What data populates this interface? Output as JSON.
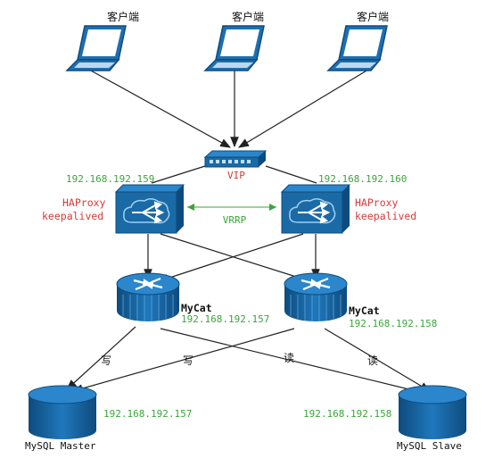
{
  "clients": [
    "客户端",
    "客户端",
    "客户端"
  ],
  "switch": {
    "vip_label": "VIP"
  },
  "haproxy": [
    {
      "ip": "192.168.192.159",
      "name": "HAProxy",
      "keepalived": "keepalived"
    },
    {
      "ip": "192.168.192.160",
      "name": "HAProxy",
      "keepalived": "keepalived"
    }
  ],
  "vrrp_label": "VRRP",
  "mycat": [
    {
      "name": "MyCat",
      "ip": "192.168.192.157"
    },
    {
      "name": "MyCat",
      "ip": "192.168.192.158"
    }
  ],
  "edges": {
    "write_1": "写",
    "write_2": "写",
    "read_1": "读",
    "read_2": "读"
  },
  "mysql": [
    {
      "name": "MySQL Master",
      "ip": "192.168.192.157"
    },
    {
      "name": "MySQL Slave",
      "ip": "192.168.192.158"
    }
  ],
  "colors": {
    "device_blue": "#1a6aa6",
    "device_dark": "#0e4b7d",
    "ip_green": "#3aa63a",
    "label_red": "#d83a3a",
    "line": "#222222"
  }
}
